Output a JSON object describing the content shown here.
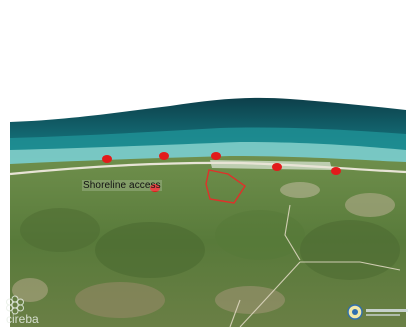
{
  "map": {
    "label_text": "Shoreline access",
    "colors": {
      "marker": "#e21b1b",
      "parcel_outline": "#e0302a",
      "sky": "#ffffff",
      "deep_sea": "#0f4a52",
      "reef": "#1f8f94",
      "shallow": "#8fd6cf",
      "land": "#5f7f3e",
      "road": "#e8e4d6"
    },
    "markers": [
      "shoreline-access-1",
      "shoreline-access-2",
      "shoreline-access-3",
      "shoreline-access-4",
      "shoreline-access-5",
      "shoreline-access-label-marker"
    ]
  },
  "branding": {
    "left_logo_text": "cireba",
    "left_logo_icon": "flower-icon",
    "right_logo_icon": "circular-seal-icon"
  }
}
